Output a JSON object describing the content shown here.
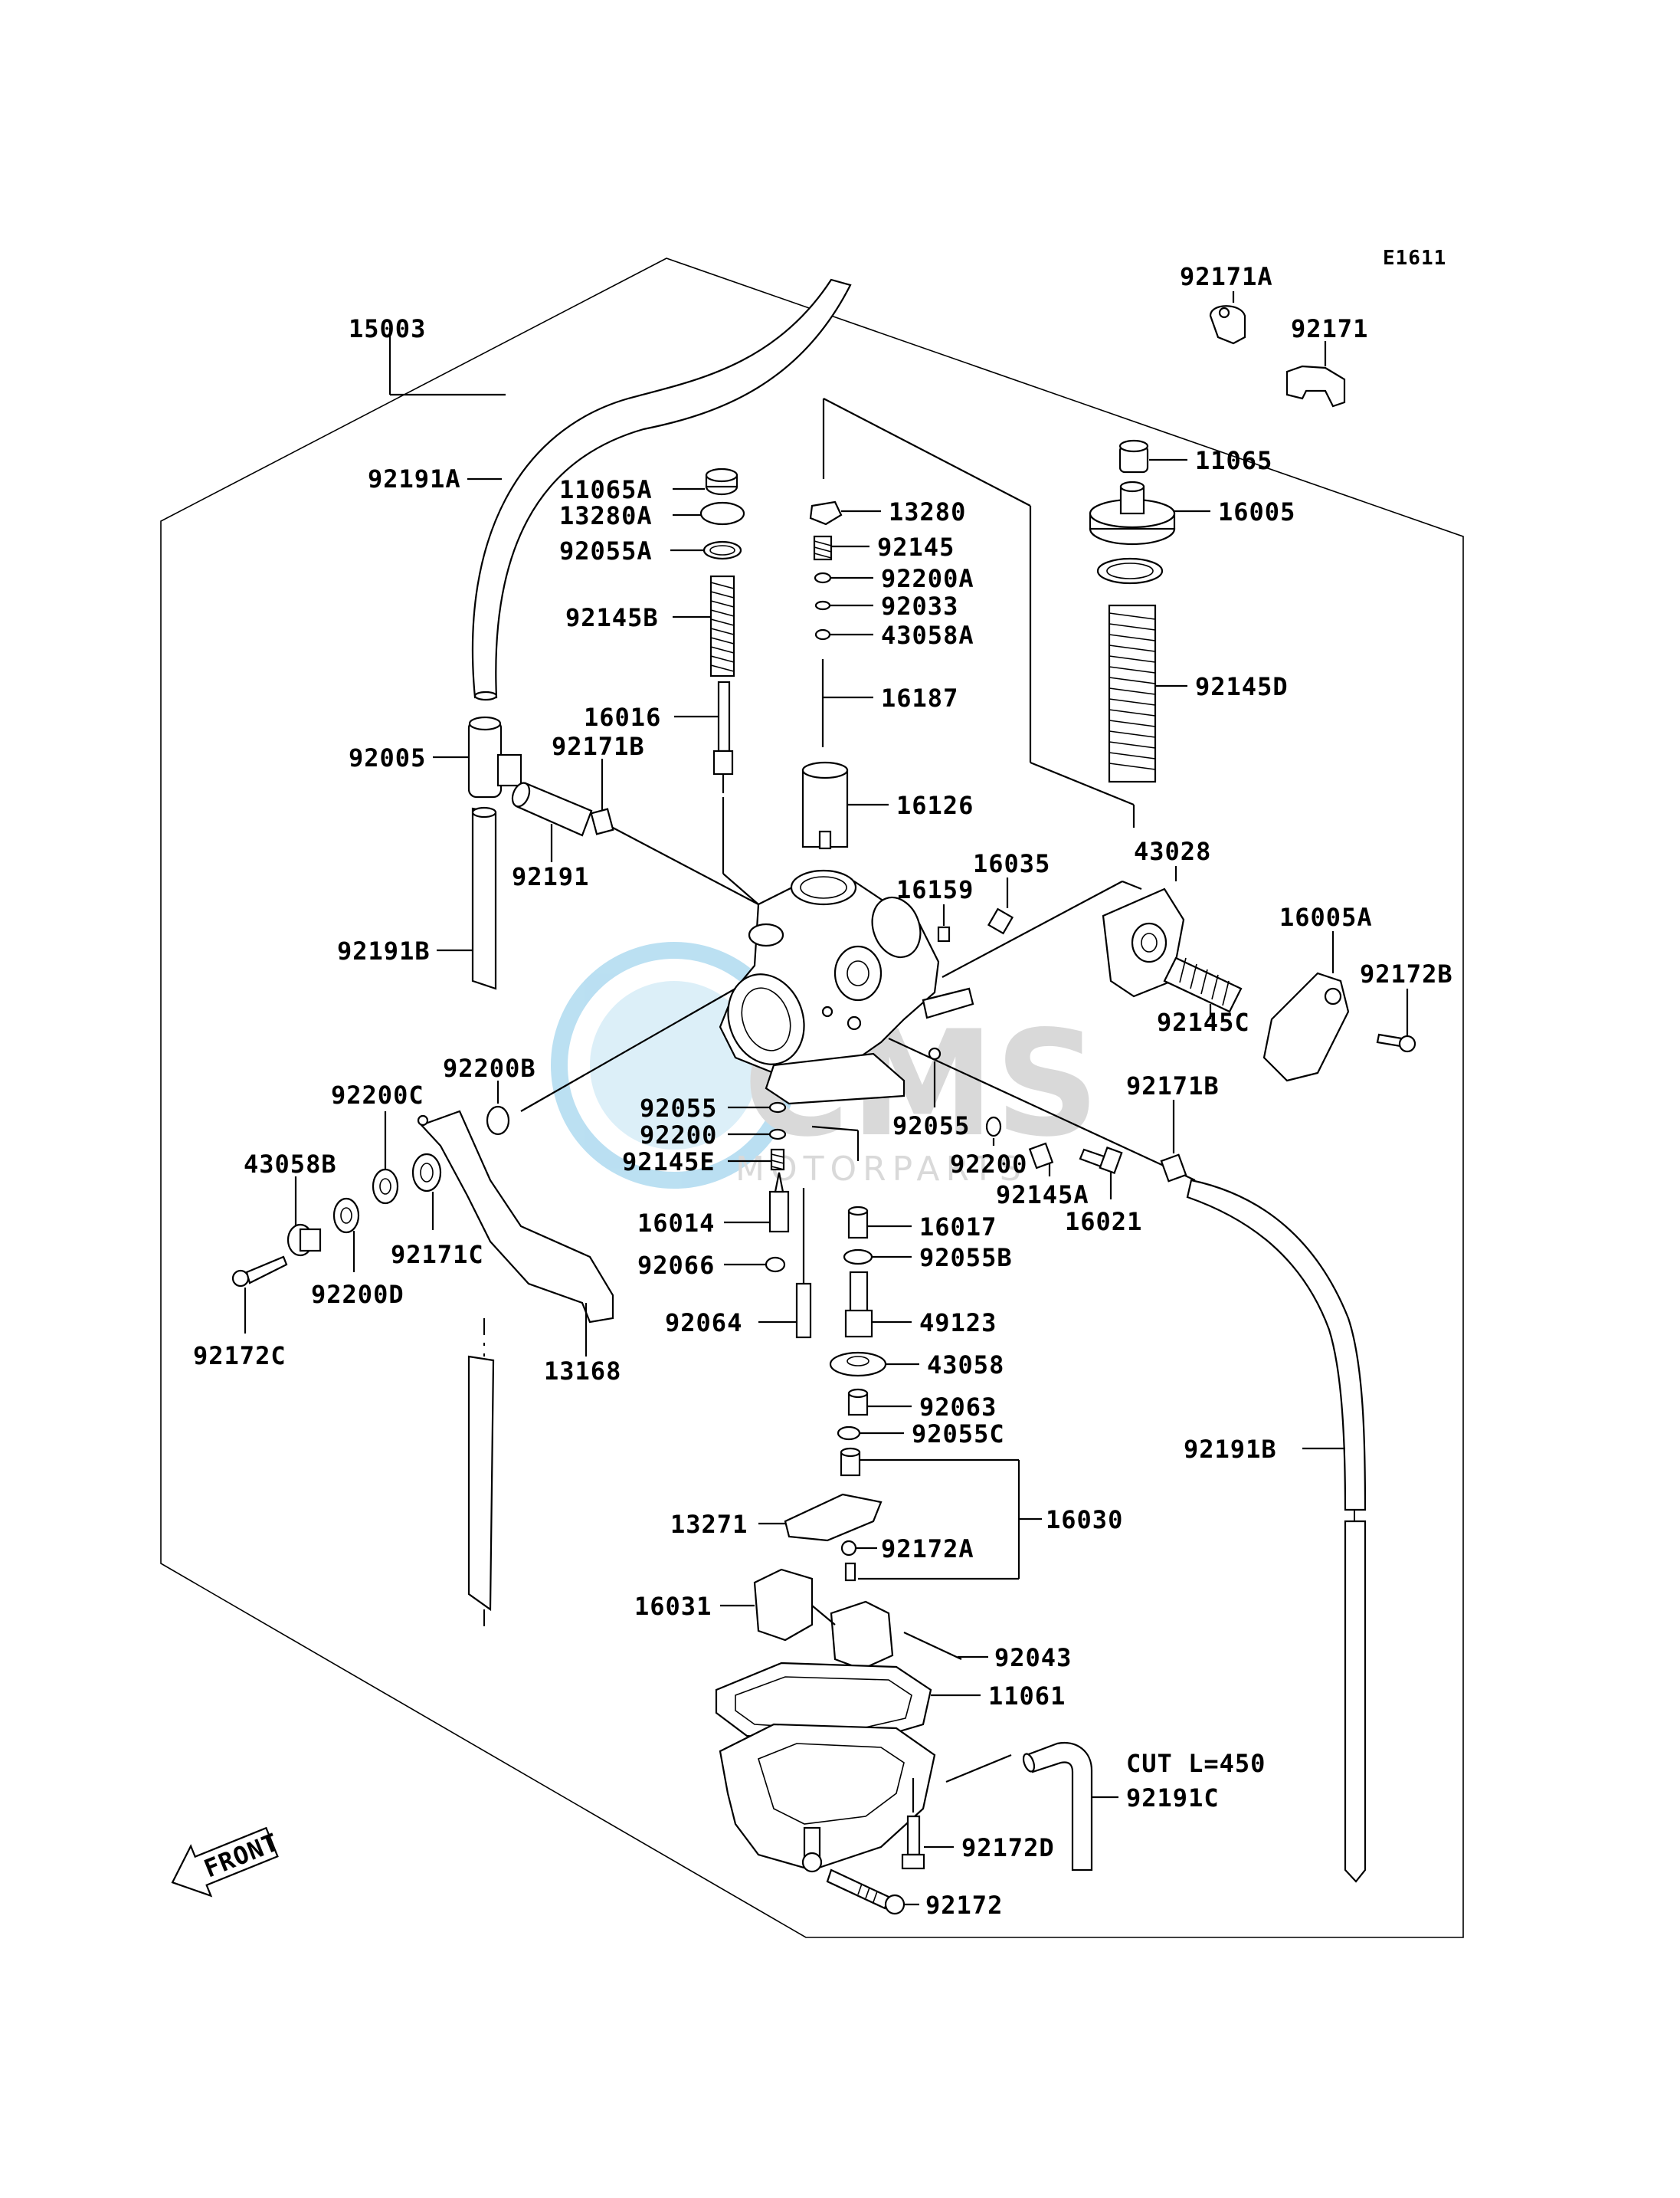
{
  "figure_ref": "E1611",
  "watermark": {
    "brand": "CMS",
    "subtext": "MOTORPARTS",
    "colors": {
      "globe": "#0a8fd1",
      "letters": "#7a7a7a"
    }
  },
  "front_marker": "FRONT",
  "cut_note": "CUT L=450",
  "labels": {
    "p15003": "15003",
    "p92191A": "92191A",
    "p92005": "92005",
    "p92191B_left": "92191B",
    "p92191": "92191",
    "p92171B_top": "92171B",
    "p92200B": "92200B",
    "p92200C": "92200C",
    "p43058B": "43058B",
    "p92172C": "92172C",
    "p92200D": "92200D",
    "p92171C": "92171C",
    "p13168": "13168",
    "p11065A": "11065A",
    "p13280A": "13280A",
    "p92055A": "92055A",
    "p92145B": "92145B",
    "p16016": "16016",
    "p13280": "13280",
    "p92145": "92145",
    "p92200A": "92200A",
    "p92033": "92033",
    "p43058A": "43058A",
    "p16187": "16187",
    "p16126": "16126",
    "p16159": "16159",
    "p16035": "16035",
    "p92171A": "92171A",
    "p92171": "92171",
    "p11065": "11065",
    "p16005": "16005",
    "p92145D": "92145D",
    "p43028": "43028",
    "p16005A": "16005A",
    "p92172B": "92172B",
    "p92145C": "92145C",
    "p92171B_right": "92171B",
    "p92055_left": "92055",
    "p92200_left": "92200",
    "p92145E": "92145E",
    "p92055_right": "92055",
    "p92200_right": "92200",
    "p92145A": "92145A",
    "p16021": "16021",
    "p16014": "16014",
    "p92066": "92066",
    "p92064": "92064",
    "p16017": "16017",
    "p92055B": "92055B",
    "p49123": "49123",
    "p43058": "43058",
    "p92063": "92063",
    "p92055C": "92055C",
    "p13271": "13271",
    "p92172A": "92172A",
    "p16030": "16030",
    "p16031": "16031",
    "p92043": "92043",
    "p11061": "11061",
    "p92191C": "92191C",
    "p92172D": "92172D",
    "p92172": "92172",
    "p92191B_right": "92191B"
  }
}
